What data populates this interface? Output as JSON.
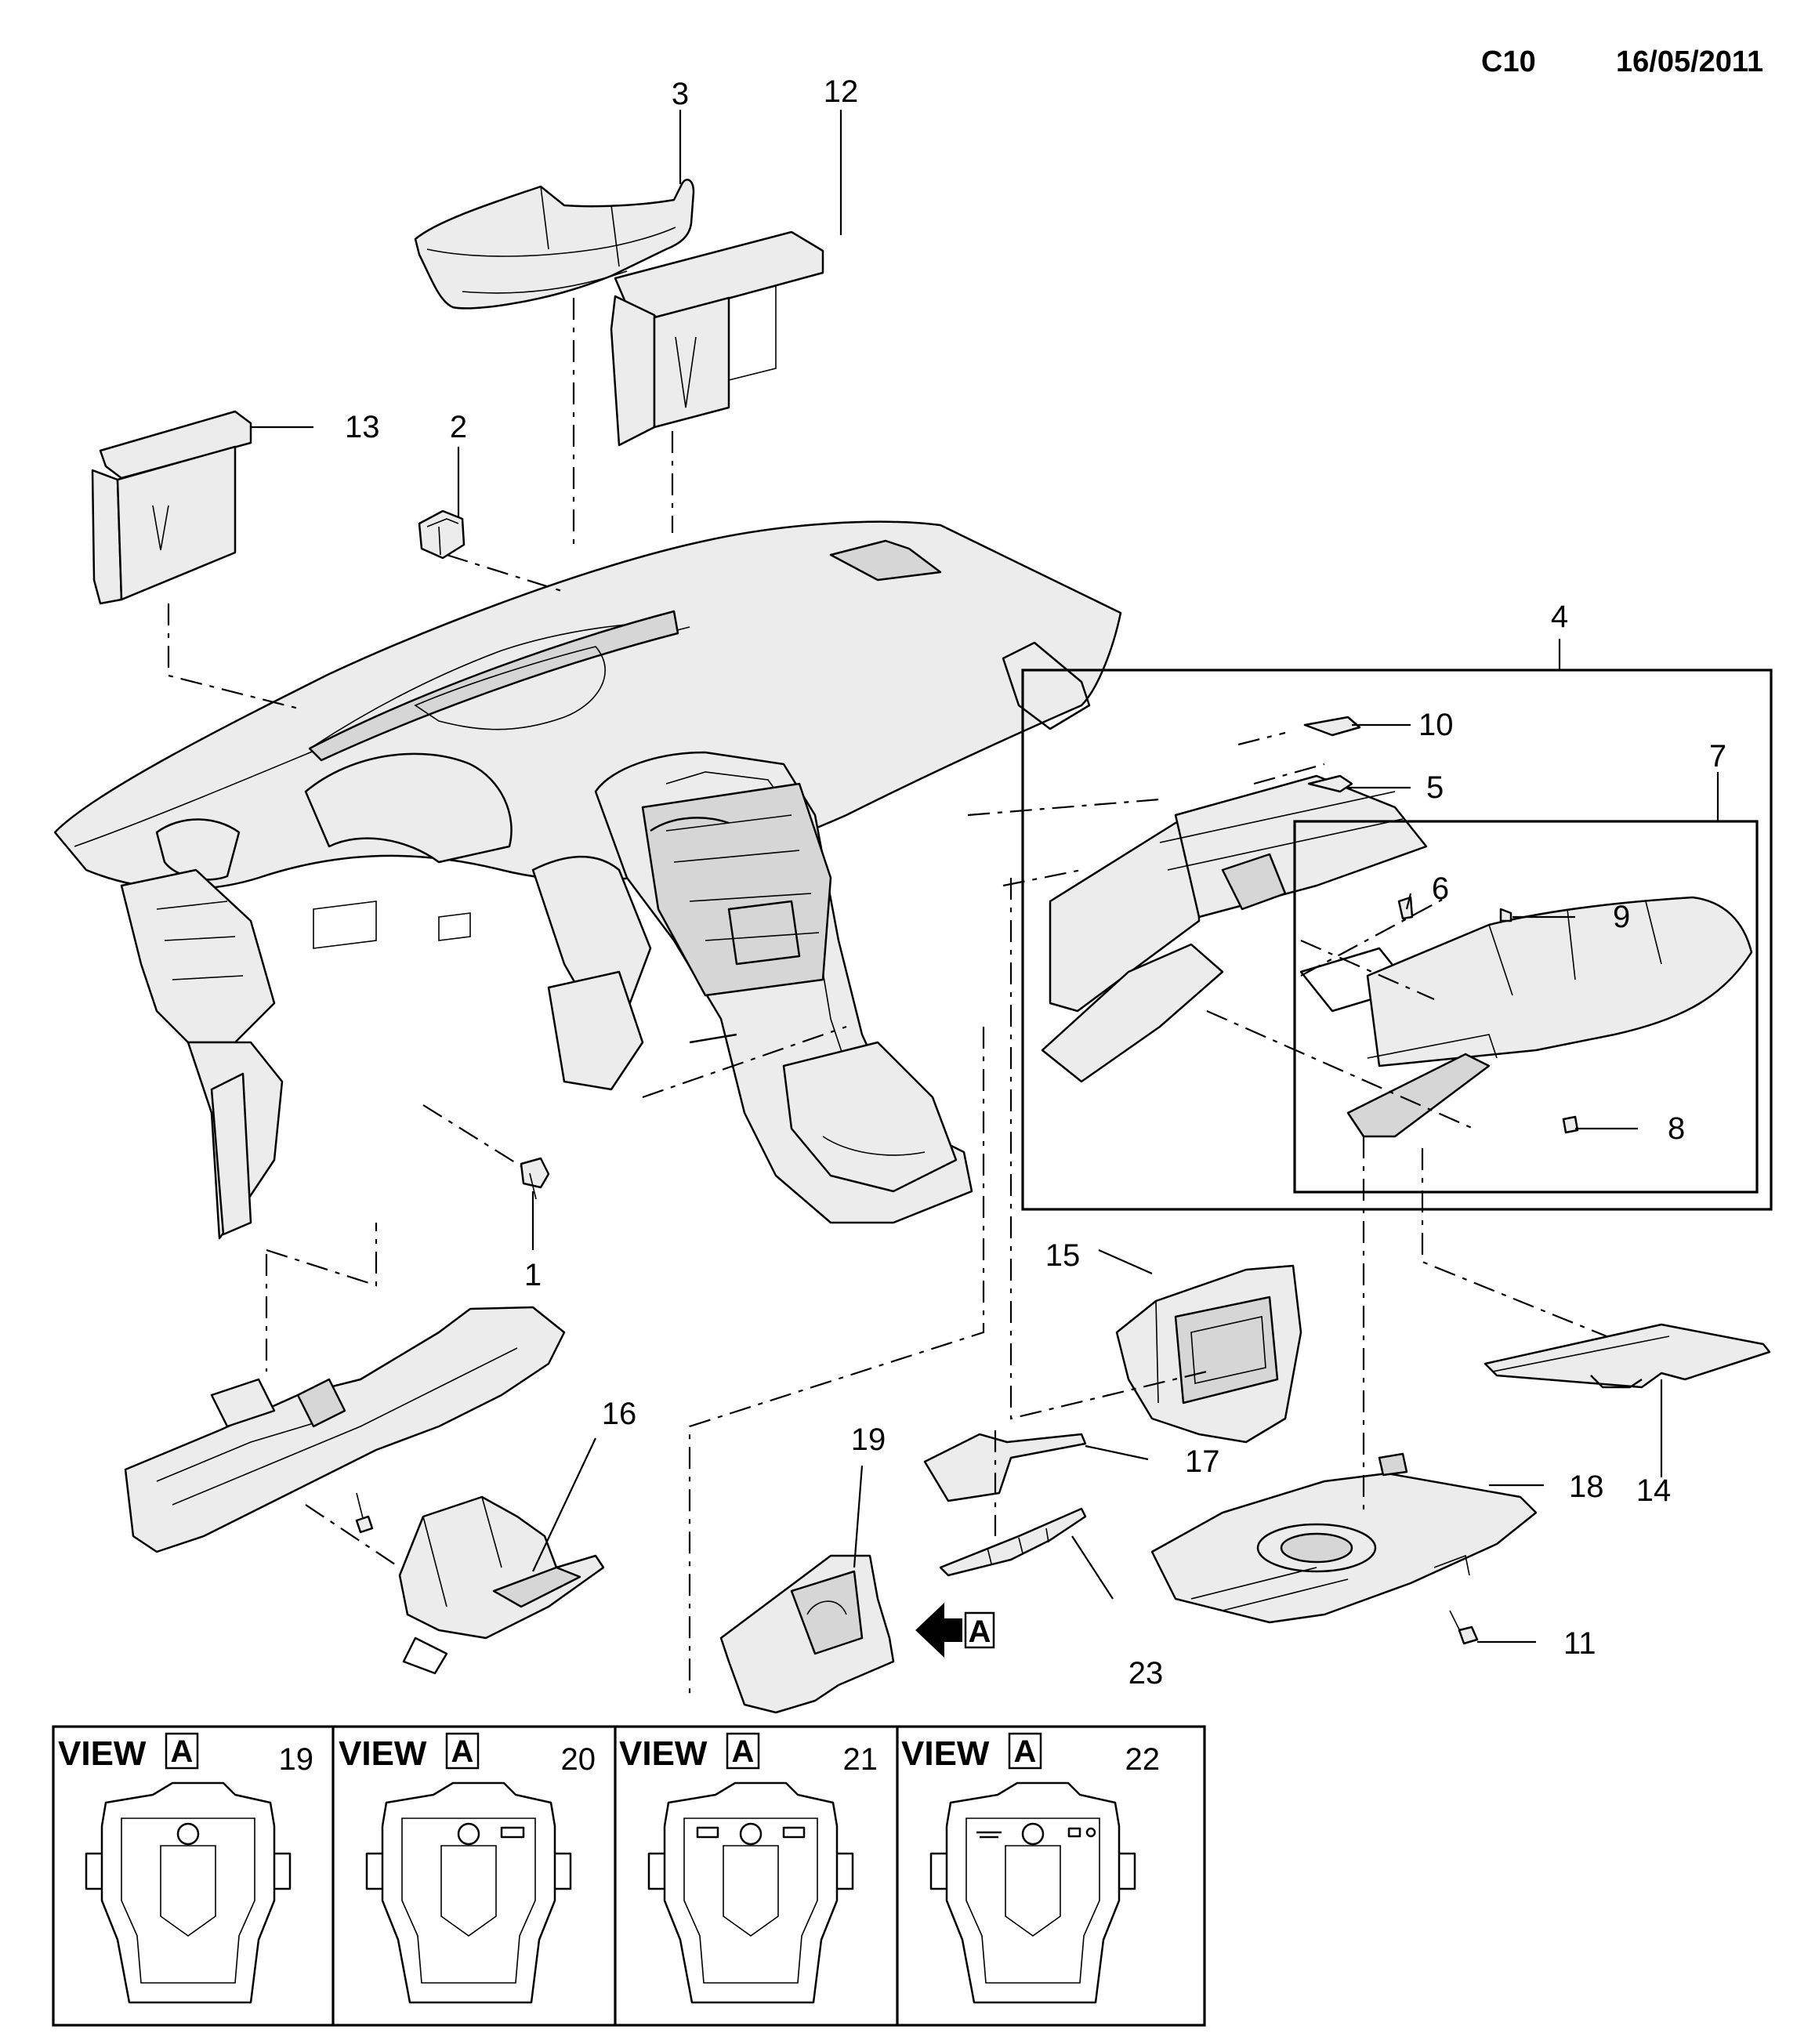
{
  "header": {
    "code": "C10",
    "date": "16/05/2011"
  },
  "callouts": {
    "c1": "1",
    "c2": "2",
    "c3": "3",
    "c4": "4",
    "c5": "5",
    "c6": "6",
    "c7": "7",
    "c8": "8",
    "c9": "9",
    "c10": "10",
    "c11": "11",
    "c12": "12",
    "c13": "13",
    "c14": "14",
    "c15": "15",
    "c16": "16",
    "c17": "17",
    "c18": "18",
    "c19": "19",
    "c23": "23"
  },
  "view_marker": {
    "letter": "A"
  },
  "view_panels": [
    {
      "label": "VIEW",
      "letter": "A",
      "number": "19"
    },
    {
      "label": "VIEW",
      "letter": "A",
      "number": "20"
    },
    {
      "label": "VIEW",
      "letter": "A",
      "number": "21"
    },
    {
      "label": "VIEW",
      "letter": "A",
      "number": "22"
    }
  ]
}
